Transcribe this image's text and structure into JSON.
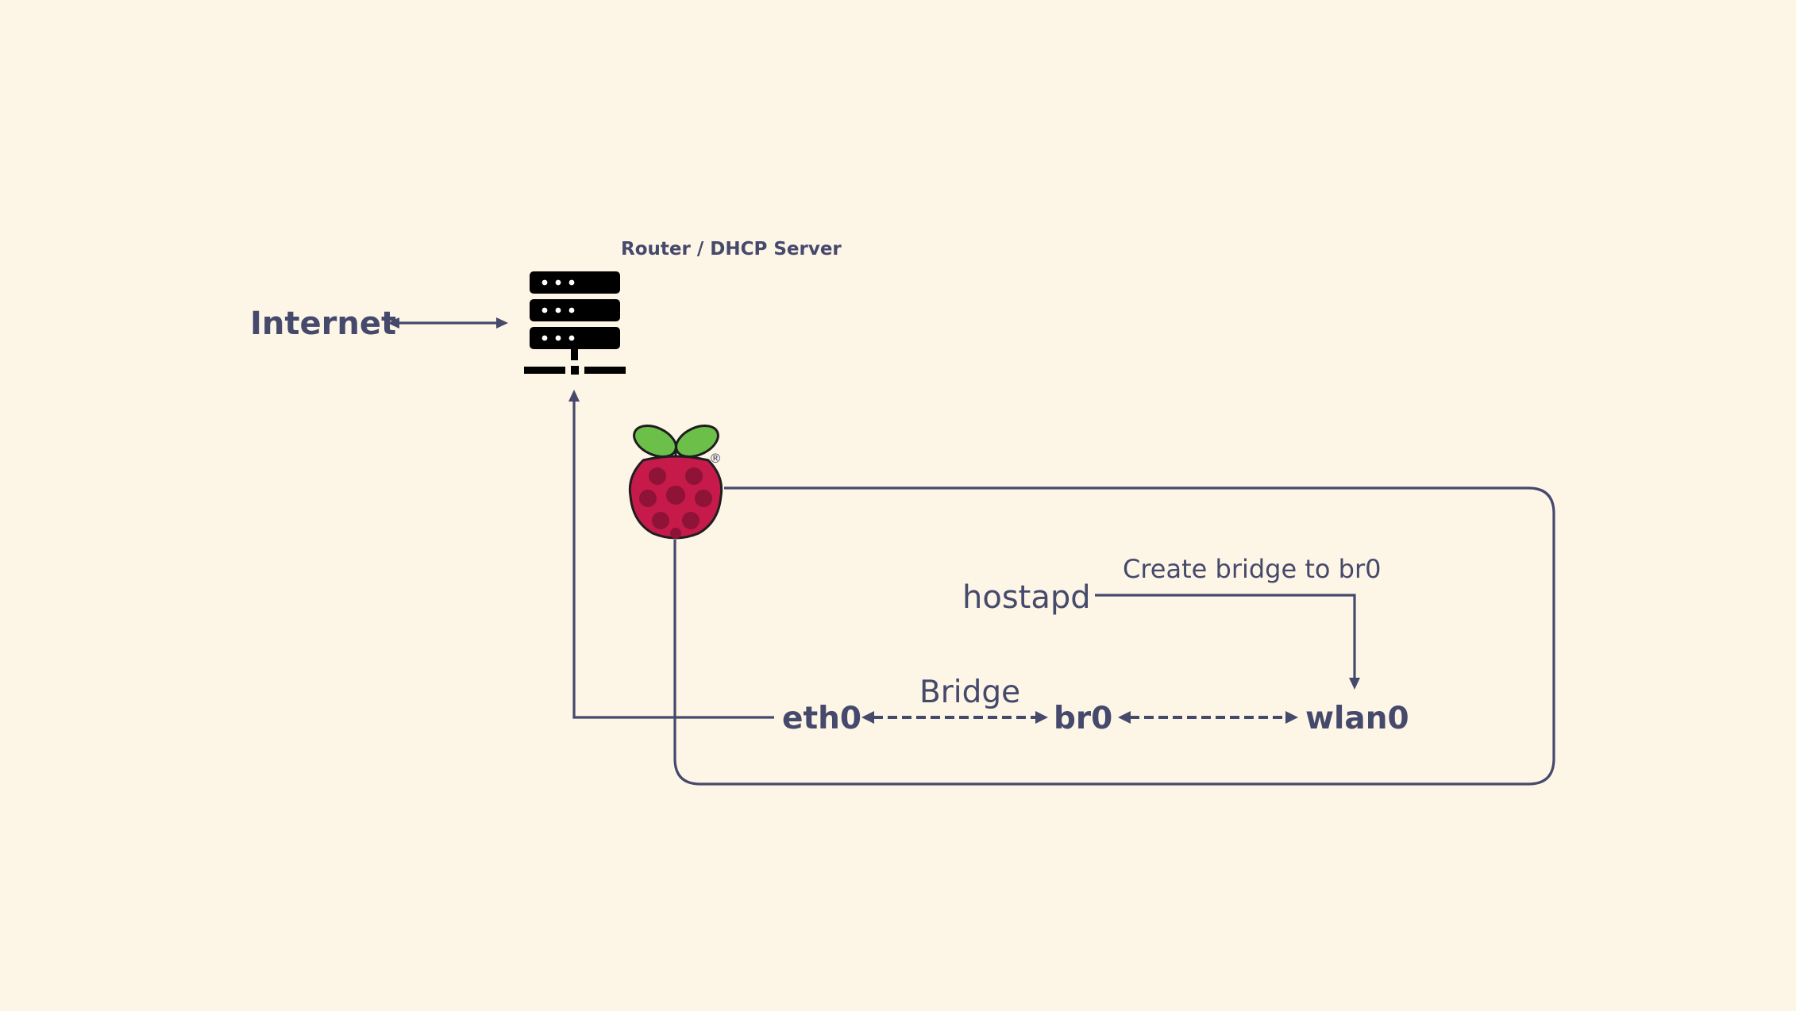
{
  "diagram": {
    "router_label": "Router / DHCP Server",
    "internet_label": "Internet",
    "hostapd_label": "hostapd",
    "create_bridge_label": "Create bridge to br0",
    "bridge_label": "Bridge",
    "eth0_label": "eth0",
    "br0_label": "br0",
    "wlan0_label": "wlan0",
    "registered_mark": "®"
  },
  "icons": {
    "router": "server-rack-icon",
    "raspberry_pi": "raspberry-pi-logo"
  },
  "colors": {
    "background": "#fdf5e6",
    "ink": "#45496b",
    "server_icon": "#000000",
    "raspberry_red": "#c51a4a",
    "leaf_green": "#6cc04a"
  }
}
